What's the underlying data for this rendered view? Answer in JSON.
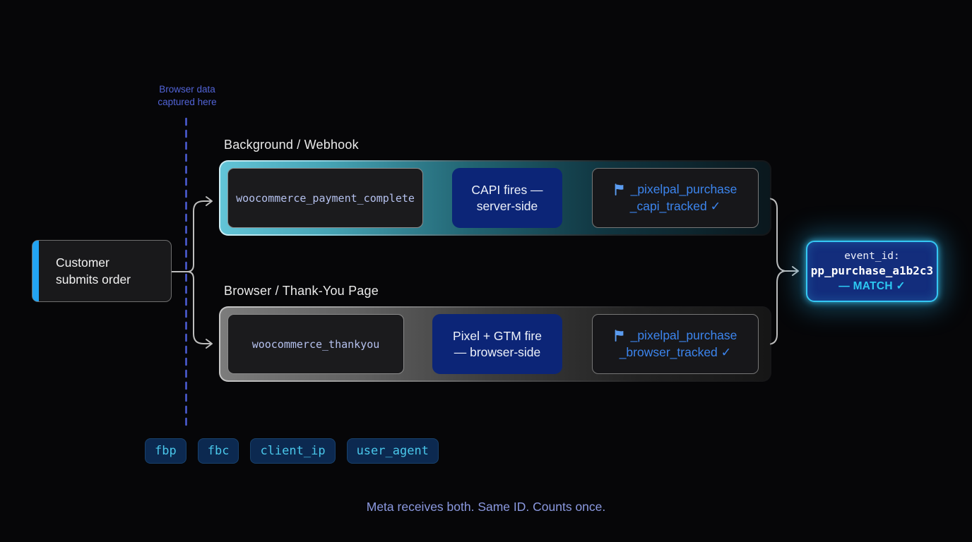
{
  "annotation": {
    "line1": "Browser data",
    "line2": "captured here"
  },
  "source": {
    "line1": "Customer",
    "line2": "submits order"
  },
  "lanes": [
    {
      "title": "Background / Webhook",
      "trigger": "woocommerce_payment_complete",
      "action_line1": "CAPI fires —",
      "action_line2": "server-side",
      "flag_line1": "_pixelpal_purchase",
      "flag_line2": "_capi_tracked ✓"
    },
    {
      "title": "Browser / Thank-You Page",
      "trigger": "woocommerce_thankyou",
      "action_line1": "Pixel + GTM fire",
      "action_line2": "— browser-side",
      "flag_line1": "_pixelpal_purchase",
      "flag_line2": "_browser_tracked ✓"
    }
  ],
  "result": {
    "line1": "event_id:",
    "line2": "pp_purchase_a1b2c3",
    "line3": "— MATCH ✓"
  },
  "tags": [
    "fbp",
    "fbc",
    "client_ip",
    "user_agent"
  ],
  "caption": "Meta receives both. Same ID. Counts once.",
  "colors": {
    "accent_blue": "#22a3f2",
    "teal": "#62c4d7",
    "navy": "#0c2577",
    "flag_blue": "#3c85ee",
    "match_cyan": "#2cc8f2",
    "periwinkle": "#5163d6",
    "connector_gray": "#bdbdbd"
  }
}
